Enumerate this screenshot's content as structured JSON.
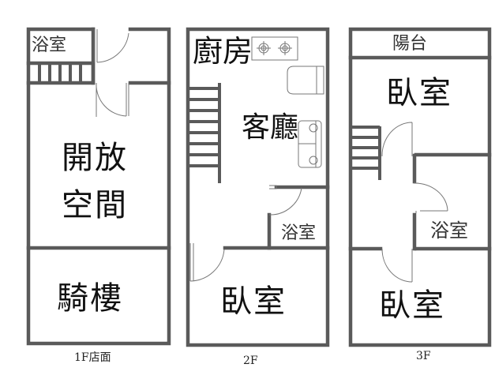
{
  "floors": [
    {
      "caption": "1F店面",
      "rooms": {
        "bath": "浴室",
        "open1": "開放",
        "open2": "空間",
        "arcade": "騎樓"
      }
    },
    {
      "caption": "2F",
      "rooms": {
        "kitchen": "廚房",
        "living": "客廳",
        "bath": "浴室",
        "bedroom": "臥室"
      }
    },
    {
      "caption": "3F",
      "rooms": {
        "balcony": "陽台",
        "bedroom1": "臥室",
        "bath": "浴室",
        "bedroom2": "臥室"
      }
    }
  ]
}
